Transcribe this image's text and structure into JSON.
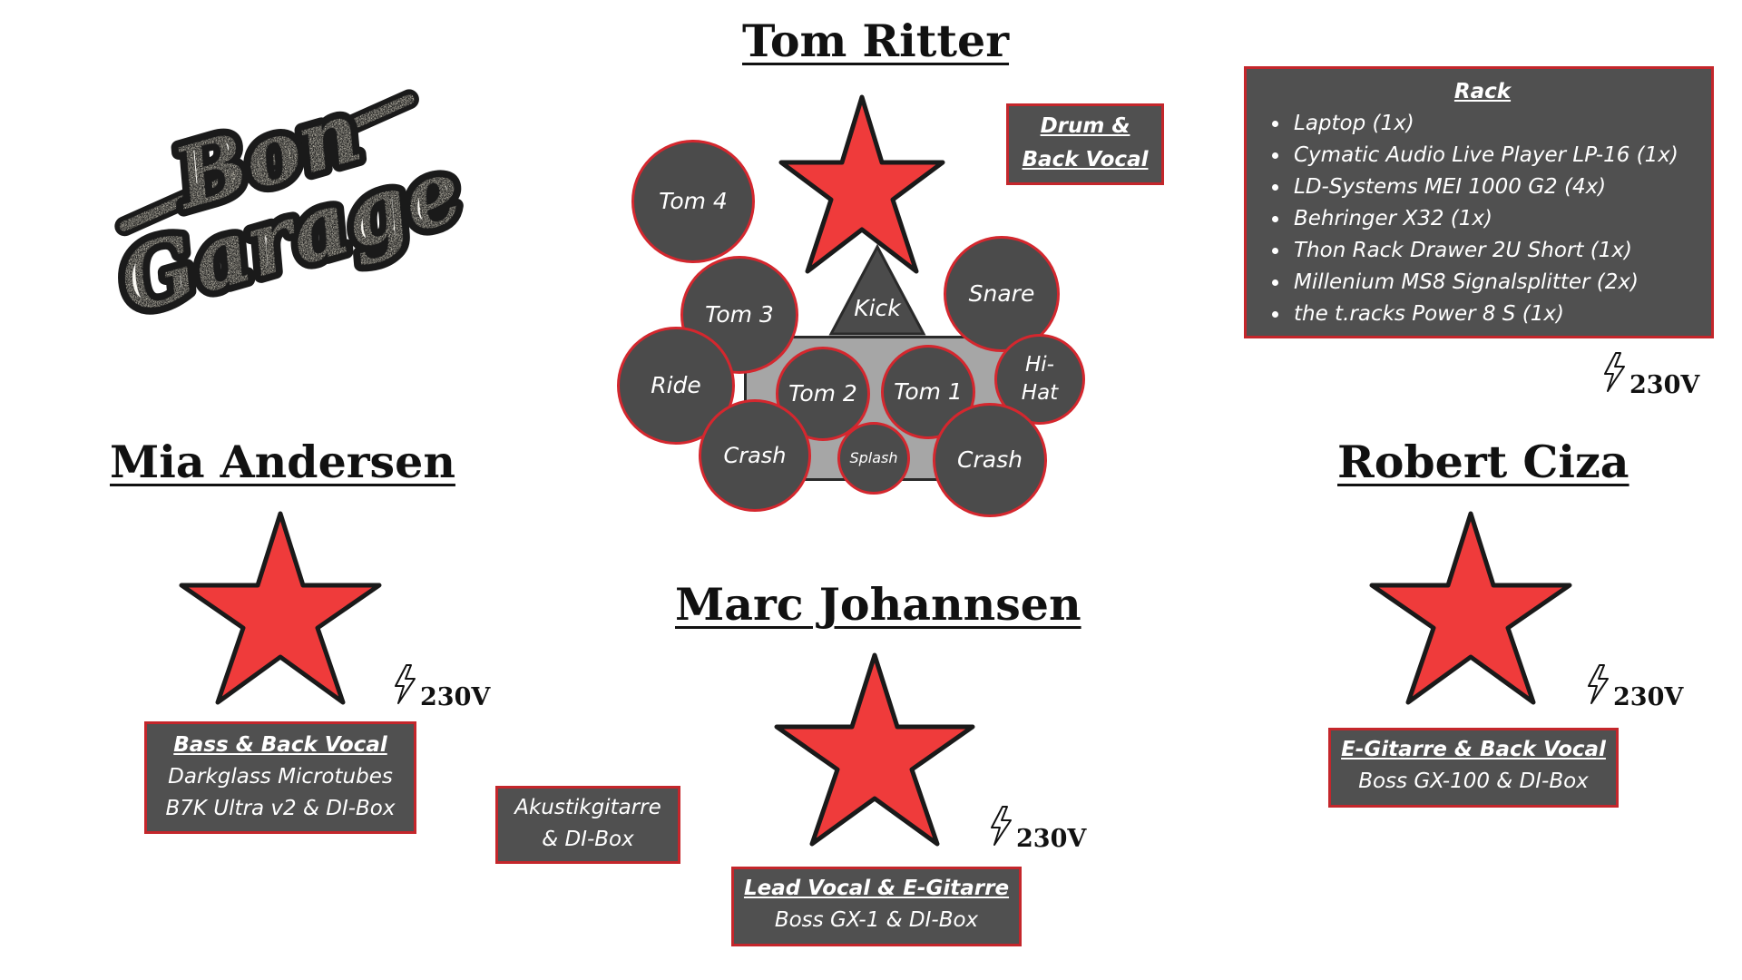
{
  "logo": {
    "line1": "Bon",
    "line2": "Garage"
  },
  "musicians": {
    "drums": {
      "name": "Tom Ritter",
      "role": "Drum & Back Vocal"
    },
    "bass": {
      "name": "Mia Andersen",
      "role": "Bass & Back Vocal",
      "gear_line1": "Darkglass Microtubes",
      "gear_line2": "B7K Ultra v2 & DI-Box",
      "power": "230V"
    },
    "lead": {
      "name": "Marc Johannsen",
      "role": "Lead Vocal & E-Gitarre",
      "gear": "Boss GX-1 & DI-Box",
      "power": "230V"
    },
    "guitar": {
      "name": "Robert Ciza",
      "role": "E-Gitarre & Back Vocal",
      "gear": "Boss GX-100 & DI-Box",
      "power": "230V"
    }
  },
  "acoustic": {
    "line1": "Akustikgitarre",
    "line2": "& DI-Box"
  },
  "rack": {
    "title": "Rack",
    "items": [
      "Laptop (1x)",
      "Cymatic Audio Live Player LP-16 (1x)",
      "LD-Systems MEI 1000 G2 (4x)",
      "Behringer X32 (1x)",
      "Thon Rack Drawer 2U Short (1x)",
      "Millenium MS8 Signalsplitter (2x)",
      "the t.racks Power 8 S (1x)"
    ],
    "power": "230V"
  },
  "drumkit": {
    "kick": "Kick",
    "tom4": "Tom 4",
    "tom3": "Tom 3",
    "snare": "Snare",
    "ride": "Ride",
    "tom2": "Tom 2",
    "tom1": "Tom 1",
    "hihat_line1": "Hi-",
    "hihat_line2": "Hat",
    "crash_left": "Crash",
    "splash": "Splash",
    "crash_right": "Crash"
  },
  "colors": {
    "star": "#ef3b3b",
    "box_fill": "#505050",
    "box_border": "#c4262b",
    "drum_fill": "#4b4b4b",
    "riser": "#a6a6a6"
  },
  "icons": {
    "position_marker": "star-icon",
    "power": "lightning-bolt-icon"
  }
}
